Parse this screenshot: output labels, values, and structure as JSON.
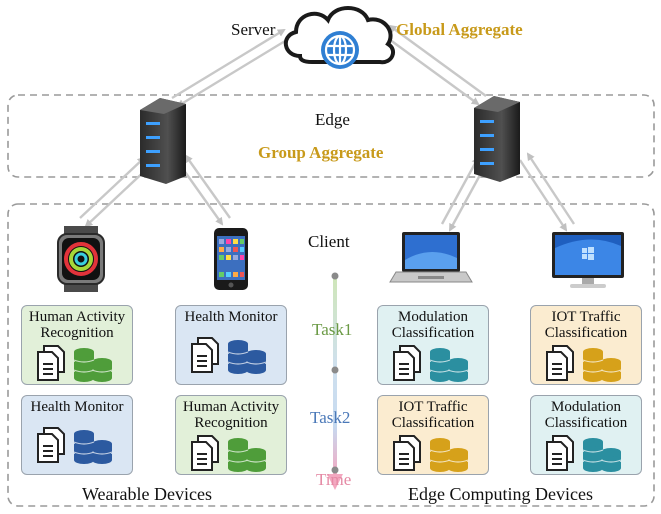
{
  "labels": {
    "server": "Server",
    "global_aggregate": "Global Aggregate",
    "edge": "Edge",
    "group_aggregate": "Group Aggregate",
    "client": "Client",
    "task1": "Task1",
    "task2": "Task2",
    "time": "Time",
    "wearable_devices": "Wearable Devices",
    "edge_computing_devices": "Edge Computing Devices"
  },
  "tasks": {
    "w1_task1": [
      "Human Activity",
      "Recognition"
    ],
    "w2_task1": [
      "Health Monitor"
    ],
    "w1_task2": [
      "Health Monitor"
    ],
    "w2_task2": [
      "Human Activity",
      "Recognition"
    ],
    "e1_task1": [
      "Modulation",
      "Classification"
    ],
    "e2_task1": [
      "IOT Traffic",
      "Classification"
    ],
    "e1_task2": [
      "IOT Traffic",
      "Classification"
    ],
    "e2_task2": [
      "Modulation",
      "Classification"
    ]
  },
  "colors": {
    "aggregate_text": "#c89a1a",
    "task1_text": "#6b9a45",
    "task2_text": "#4a78b8",
    "time_text": "#e58aa5",
    "green_box": "#e2f0d9",
    "blue_box": "#dae6f3",
    "cyan_box": "#e0f1f2",
    "orange_box": "#fbecd0",
    "db_green": "#4f9d3a",
    "db_blue": "#2c5aa0",
    "db_teal": "#2b8fa0",
    "db_gold": "#d6a11a",
    "cloud_globe": "#2f7fd3"
  }
}
